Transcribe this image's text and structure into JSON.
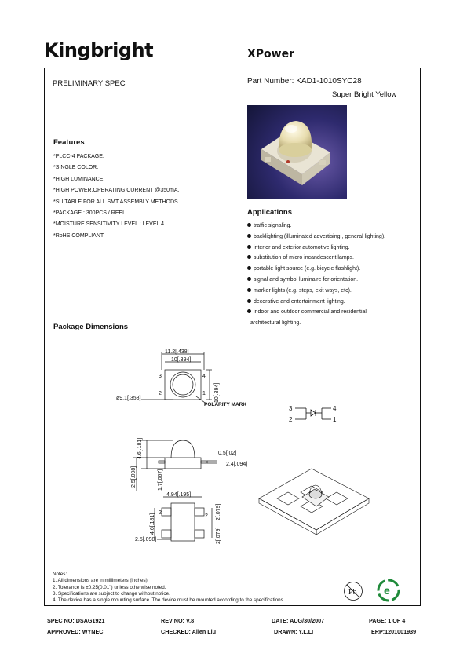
{
  "header": {
    "brand": "Kingbright",
    "series": "XPower"
  },
  "doc": {
    "status": "PRELIMINARY  SPEC",
    "part_number": "Part Number: KAD1-1010SYC28",
    "subtitle": "Super Bright Yellow"
  },
  "features": {
    "title": "Features",
    "items": [
      "*PLCC-4 PACKAGE.",
      "*SINGLE COLOR.",
      "*HIGH LUMINANCE.",
      "*HIGH POWER,OPERATING CURRENT @350mA.",
      "*SUITABLE FOR ALL SMT ASSEMBLY METHODS.",
      "*PACKAGE : 300PCS / REEL.",
      "*MOISTURE SENSITIVITY LEVEL : LEVEL 4.",
      "*RoHS COMPLIANT."
    ]
  },
  "applications": {
    "title": "Applications",
    "items": [
      "traffic signaling.",
      "backlighting (illuminated advertising , general lighting).",
      "interior and exterior automotive lighting.",
      "substitution of micro incandescent lamps.",
      "portable light source (e.g. bicycle flashlight).",
      "signal and symbol luminaire for orientation.",
      "marker lights (e.g. steps, exit ways, etc).",
      "decorative and entertainment lighting.",
      "indoor and outdoor commercial and residential"
    ],
    "continuation": "architectural lighting."
  },
  "package": {
    "title": "Package Dimensions",
    "labels": {
      "width_total": "11.2[.438]",
      "width_inner": "10[.394]",
      "height_side": "10[.394]",
      "diameter": "ø9.1[.358]",
      "polarity": "POLARITY MARK",
      "pin1": "1",
      "pin2": "2",
      "pin3": "3",
      "pin4": "4",
      "lens_height": "4.6[.181]",
      "body_height": "2.5[.098]",
      "lead_gap": "1.7[.067]",
      "lead_thick": "0.5[.02]",
      "lead_len": "2.4[.094]",
      "pad_span": "4.94[.195]",
      "pad_h": "4.6[.181]",
      "pad_w": "2[.079]",
      "pad_w2": "2[.079]",
      "pad_gap": "2.5[.098]",
      "pad2": "2",
      "pad2b": "2",
      "schem_3": "3",
      "schem_4": "4",
      "schem_2": "2",
      "schem_1": "1"
    }
  },
  "notes": {
    "title": "Notes:",
    "items": [
      "1. All dimensions are in millimeters (inches).",
      "2. Tolerance is ±0.25(0.01\") unless otherwise noted.",
      "3. Specifications are subject to change without notice.",
      "4. The device has a single mounting surface. The device must be mounted according to the specifications"
    ]
  },
  "icons": {
    "pb_free": "Pb",
    "eco": "e"
  },
  "footer": {
    "spec_no": "SPEC NO: DSAG1921",
    "rev_no": "REV NO: V.8",
    "date": "DATE: AUG/30/2007",
    "page": "PAGE:  1 OF 4",
    "approved": "APPROVED: WYNEC",
    "checked": "CHECKED: Allen Liu",
    "drawn": "DRAWN: Y.L.LI",
    "erp": "ERP:1201001939"
  }
}
